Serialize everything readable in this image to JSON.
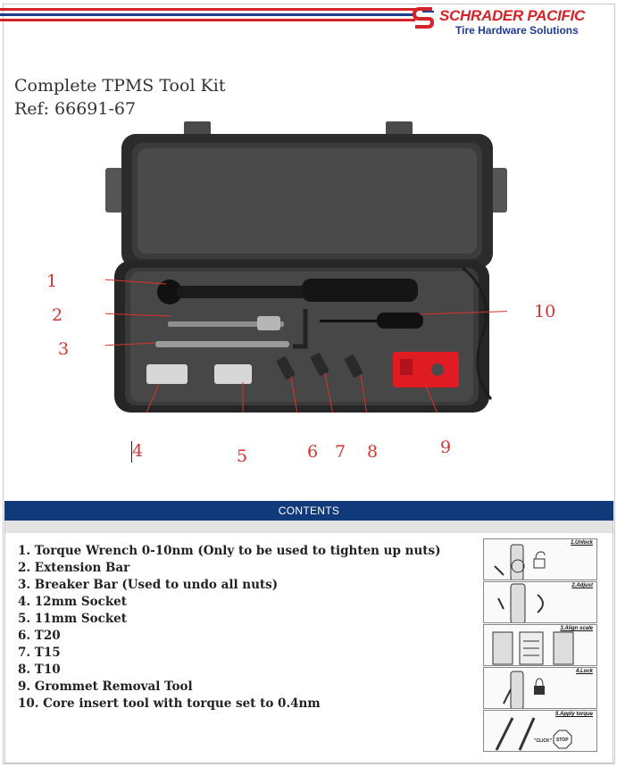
{
  "header": {
    "brand_name": "SCHRADER PACIFIC",
    "brand_tagline": "Tire Hardware Solutions",
    "brand_red": "#d5232a",
    "brand_blue": "#1f3d8f"
  },
  "title": {
    "line1": "Complete TPMS Tool Kit",
    "line2": "Ref: 66691-67"
  },
  "photo": {
    "callouts": [
      "1",
      "2",
      "3",
      "4",
      "5",
      "6",
      "7",
      "8",
      "9",
      "10"
    ]
  },
  "contents": {
    "heading": "CONTENTS",
    "bar_color": "#113a7a",
    "items": [
      "1. Torque Wrench 0-10nm (Only to be used to tighten up nuts)",
      "2. Extension Bar",
      "3. Breaker Bar (Used to undo all nuts)",
      "4. 12mm Socket",
      "5. 11mm Socket",
      "6. T20",
      "7. T15",
      "8. T10",
      "9. Grommet Removal Tool",
      "10. Core insert tool with torque set to 0.4nm"
    ]
  },
  "instructions": {
    "steps": [
      "1.Unlock",
      "2.Adjust",
      "3.Align scale",
      "4.Lock",
      "5.Apply torque"
    ],
    "click_label": "\"CLICK\"",
    "stop_label": "STOP"
  }
}
